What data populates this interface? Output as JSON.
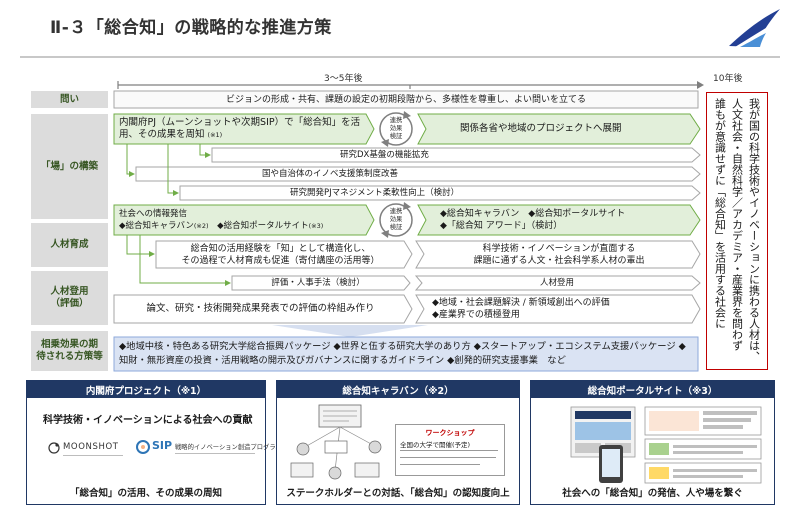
{
  "title": "Ⅱ-３「総合知」の戦略的な推進方策",
  "timeline": {
    "mid_label": "3～5年後",
    "end_label": "10年後"
  },
  "question": {
    "label": "問い",
    "text": "ビジョンの形成・共有、課題の設定の初期段階から、多様性を尊重し、よい問いを立てる"
  },
  "place": {
    "label": "「場」の構築",
    "cabinet_pj": {
      "text": "内閣府PJ（ムーンショットや次期SIP）で「総合知」を活用、その成果を周知",
      "note": "(※1)"
    },
    "cycle_1": [
      "連携",
      "効果",
      "検証"
    ],
    "expansion": "関係各省や地域のプロジェクトへ展開",
    "bars": [
      "研究DX基盤の機能拡充",
      "国や自治体のイノベ支援策制度改善",
      "研究開発PJマネジメント柔軟性向上（検討）"
    ],
    "outreach": {
      "title": "社会への情報発信",
      "item_1": "◆総合知キャラバン",
      "note_1": "(※2)",
      "item_2": "◆総合知ポータルサイト",
      "note_2": "(※3)"
    },
    "cycle_2": [
      "連携",
      "効果",
      "検証"
    ],
    "outreach_future": [
      "◆総合知キャラバン　◆総合知ポータルサイト",
      "◆「総合知 アワード」（検討）"
    ]
  },
  "talent_development": {
    "label": "人材育成",
    "current": [
      "総合知の活用経験を「知」として構造化し、",
      "その過程で人材育成も促進（寄付講座の活用等）"
    ],
    "future": [
      "科学技術・イノベーションが直面する",
      "課題に通ずる人文・社会科学系人材の輩出"
    ]
  },
  "talent_recruitment": {
    "label": [
      "人材登用",
      "（評価）"
    ],
    "method": "評価・人事手法（検討）",
    "recruitment": "人材登用",
    "framework": "論文、研究・技術開発成果発表での評価の枠組み作り",
    "future": [
      "◆地域・社会課題解決 / 新領域創出への評価",
      "◆産業界での積極登用"
    ]
  },
  "synergy": {
    "label": [
      "相乗効果の期",
      "待される方策等"
    ],
    "text": "◆地域中核・特色ある研究大学総合振興パッケージ ◆世界と伍する研究大学のあり方 ◆スタートアップ・エコシステム支援パッケージ ◆知財・無形資産の投資・活用戦略の開示及びガバナンスに関するガイドライン ◆創発的研究支援事業　など"
  },
  "vision": [
    "我が国の科学技術やイノベーションに携わる人材は、",
    "人文社会・自然科学／アカデミア・産業界を問わず",
    "誰もが意識せずに「総合知」を活用する社会に"
  ],
  "panels": [
    {
      "header": "内閣府プロジェクト（※1）",
      "headline": "科学技術・イノベーションによる社会への貢献",
      "logo_moonshot": "MOONSHOT",
      "logo_sip": "SIP",
      "logo_sip_jp": "戦略的イノベーション創造プログラム",
      "footer": "「総合知」の活用、その成果の周知"
    },
    {
      "header": "総合知キャラバン（※2）",
      "workshop_title": "ワークショップ",
      "workshop_line": "全国の大学で開催(予定)",
      "footer": "ステークホルダーとの対話、「総合知」の認知度向上"
    },
    {
      "header": "総合知ポータルサイト（※3）",
      "footer": "社会への「総合知」の発信、人や場を繋ぐ"
    }
  ],
  "icons": {
    "logo": "logo-icon",
    "cycle": "cycle-arrow-icon"
  },
  "colors": {
    "green_fill": "#e2efda",
    "green_stroke": "#70ad47",
    "label_fill": "#dcdcdc",
    "label_text": "#375623",
    "navy": "#203864",
    "synergy_fill": "#dae3f3",
    "vision_border": "#c00000"
  }
}
